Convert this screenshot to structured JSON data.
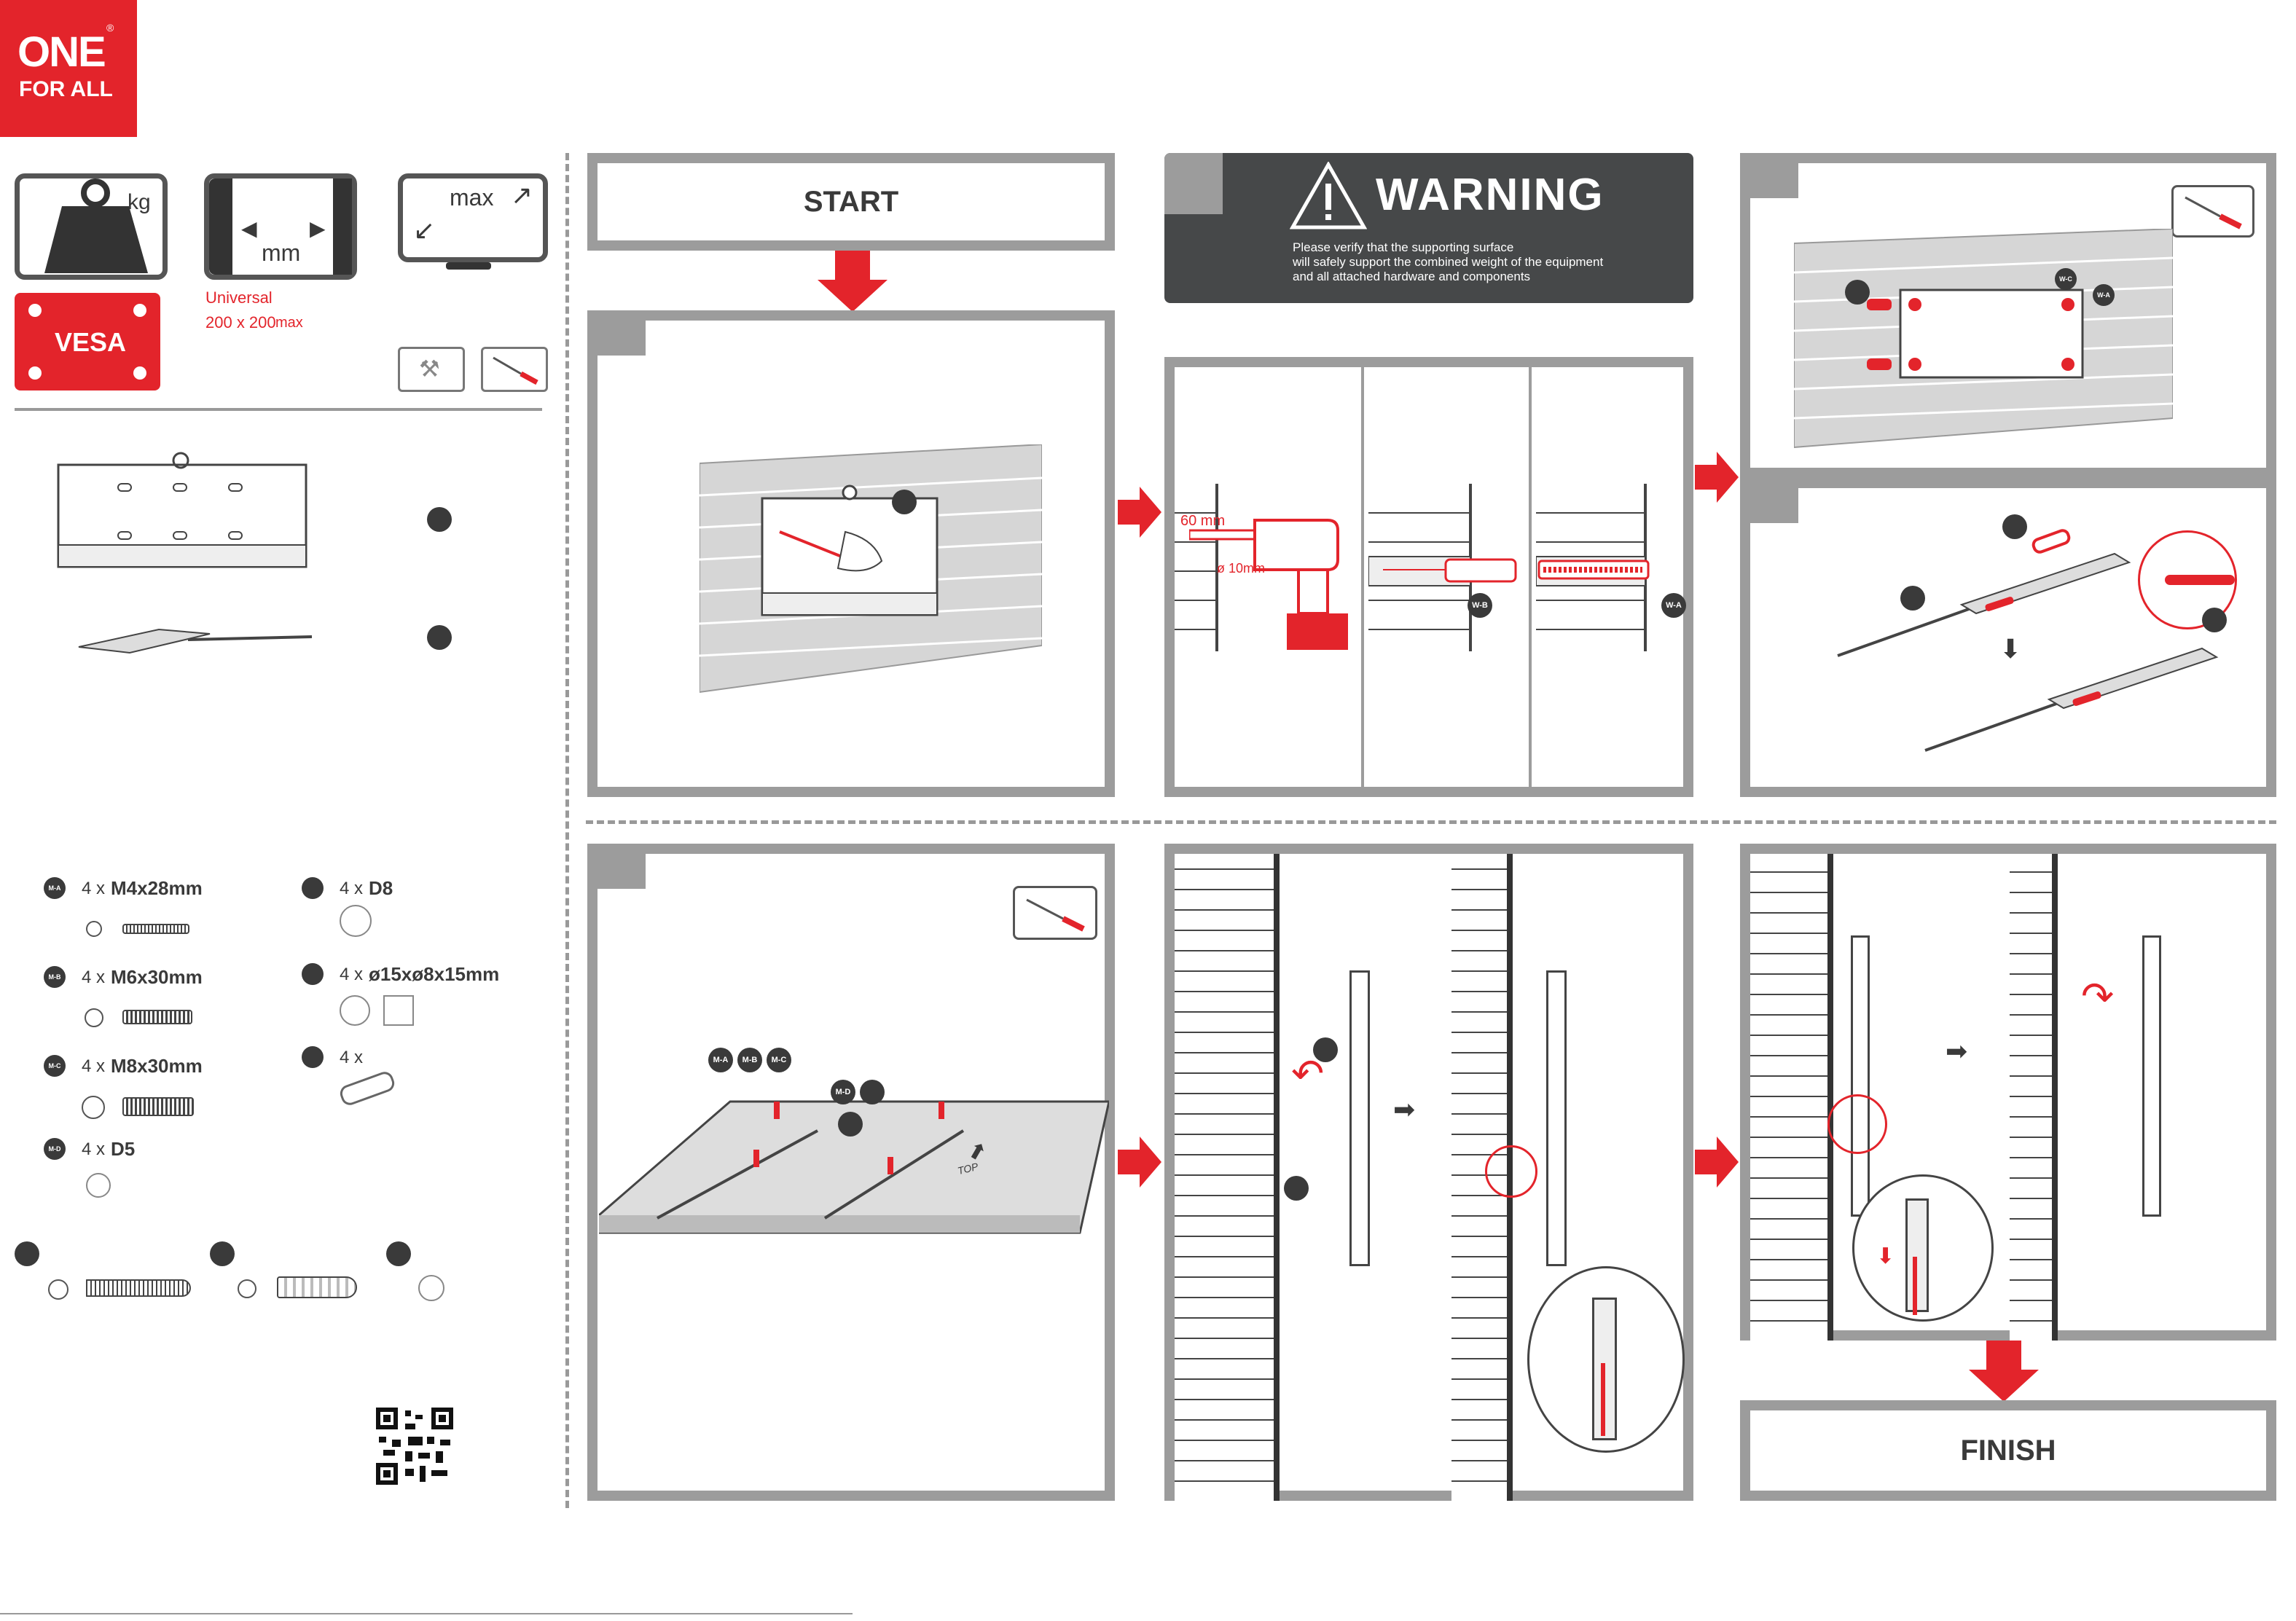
{
  "brand": {
    "line1": "ONE",
    "line2": "FOR ALL",
    "reg": "®"
  },
  "specs": {
    "weight_unit": "kg",
    "size_unit": "mm",
    "max_label": "max",
    "vesa_label": "VESA",
    "universal_label": "Universal",
    "vesa_size": "200 x 200",
    "vesa_max": "max"
  },
  "parts_list": [
    {
      "code": "M-A",
      "qty": "4 x",
      "name": "M4x28mm"
    },
    {
      "code": "M-B",
      "qty": "4 x",
      "name": "M6x30mm"
    },
    {
      "code": "M-C",
      "qty": "4 x",
      "name": "M8x30mm"
    },
    {
      "code": "M-D",
      "qty": "4 x",
      "name": "D5"
    }
  ],
  "parts_list_right": [
    {
      "qty": "4 x",
      "name": "D8"
    },
    {
      "qty": "4 x",
      "name": "ø15xø8x15mm"
    },
    {
      "qty": "4 x",
      "name": ""
    }
  ],
  "steps": {
    "start": "START",
    "finish": "FINISH",
    "warning_title": "WARNING",
    "warning_line1": "Please verify that the supporting surface",
    "warning_line2": "will safely support the combined weight of the equipment",
    "warning_line3": "and all attached hardware and components",
    "drill_depth": "60 mm",
    "drill_diameter": "ø 10mm",
    "wa": "W-A",
    "wb": "W-B",
    "wc": "W-C",
    "ma": "M-A",
    "mb": "M-B",
    "mc": "M-C",
    "md": "M-D",
    "top": "TOP"
  },
  "colors": {
    "brand_red": "#e3242b",
    "panel_grey": "#9c9c9c",
    "dark": "#3a3a3a"
  }
}
